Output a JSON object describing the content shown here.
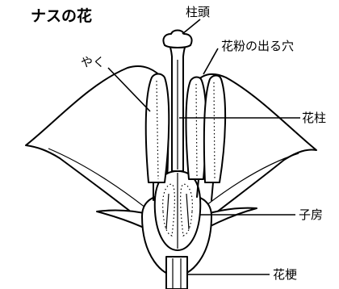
{
  "diagram": {
    "title": "ナスの花",
    "labels": {
      "stigma": "柱頭",
      "pollen_pore": "花粉の出る穴",
      "anther": "やく",
      "style": "花柱",
      "ovary": "子房",
      "pedicel": "花梗"
    }
  }
}
